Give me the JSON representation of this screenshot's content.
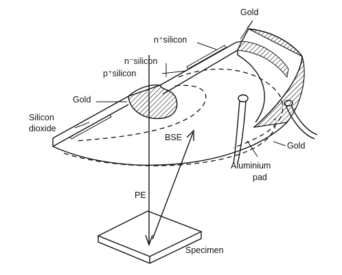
{
  "labels": {
    "gold_top": "Gold",
    "n_plus_silicon": "n⁺silicon",
    "n_minus_silicon": "n⁻silicon",
    "p_plus_silicon": "p⁺silicon",
    "gold_left": "Gold",
    "silicon_line1": "Silicon",
    "silicon_line2": "dioxide",
    "bse": "BSE",
    "gold_right": "Gold",
    "aluminium_line1": "Aluminium",
    "aluminium_line2": "pad",
    "pe": "PE",
    "specimen": "Specimen"
  }
}
